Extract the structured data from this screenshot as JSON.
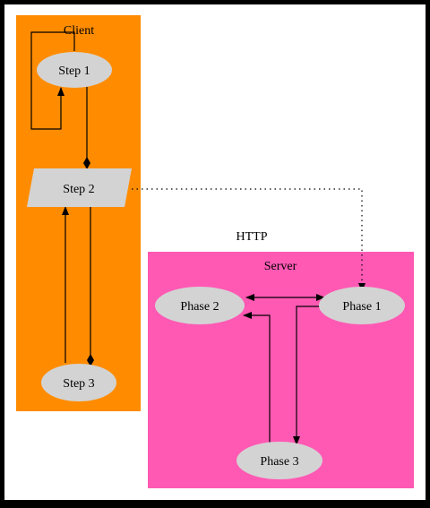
{
  "colors": {
    "client_cluster": "#ff8c00",
    "server_cluster": "#ff59b4",
    "node_fill": "#d3d3d3",
    "edge": "#000000"
  },
  "clusters": {
    "client": {
      "label": "Client"
    },
    "server": {
      "label": "Server"
    }
  },
  "nodes": {
    "step1": {
      "label": "Step 1"
    },
    "step2": {
      "label": "Step 2"
    },
    "step3": {
      "label": "Step 3"
    },
    "phase1": {
      "label": "Phase 1"
    },
    "phase2": {
      "label": "Phase 2"
    },
    "phase3": {
      "label": "Phase 3"
    }
  },
  "edges": {
    "http": {
      "label": "HTTP"
    }
  }
}
